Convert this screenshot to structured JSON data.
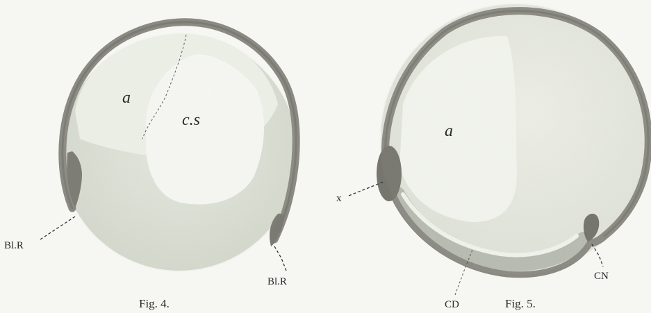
{
  "figures": [
    {
      "caption": "Fig. 4.",
      "labels": {
        "region_a": "a",
        "cavity": "c.s",
        "blastopore_left": "Bl.R",
        "blastopore_right": "Bl.R"
      }
    },
    {
      "caption": "Fig. 5.",
      "labels": {
        "region_a": "a",
        "marker_x": "x",
        "cd": "CD",
        "cn": "CN"
      }
    }
  ],
  "colors": {
    "background": "#f6f6f2",
    "wall": "#8a8a82",
    "wall_dark": "#6e6e66",
    "yolk": "#d9ddd2",
    "interior_light": "#ecefe6",
    "cavity_white": "#f8f8f4"
  }
}
